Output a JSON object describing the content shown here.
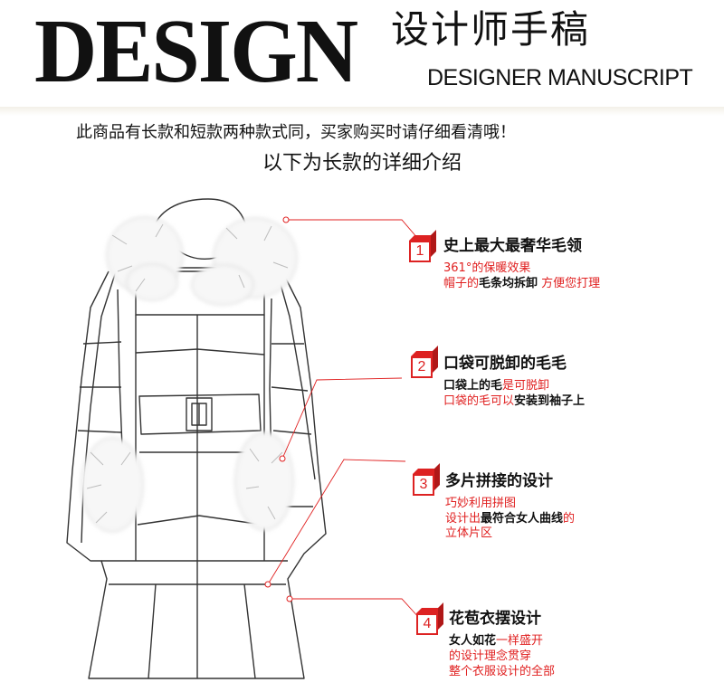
{
  "header": {
    "word": "DESIGN",
    "title_cn": "设计师手稿",
    "title_en": "DESIGNER MANUSCRIPT"
  },
  "notice": "此商品有长款和短款两种款式同，买家购买时请仔细看清哦！",
  "subtitle": "以下为长款的详细介绍",
  "accent_color": "#e02020",
  "features": [
    {
      "number": "1",
      "title": "史上最大最奢华毛领",
      "line1": "361°的保暖效果",
      "line2_a": "帽子的",
      "line2_b": "毛条均拆卸",
      "line2_c": " 方便您打理"
    },
    {
      "number": "2",
      "title": "口袋可脱卸的毛毛",
      "line1_a": "口袋上的毛",
      "line1_b": "是可脱卸",
      "line2_a": "口袋的毛可以",
      "line2_b": "安装到袖子上"
    },
    {
      "number": "3",
      "title": "多片拼接的设计",
      "line1": "巧妙利用拼图",
      "line2_a": "设计出",
      "line2_b": "最符合女人曲线",
      "line2_c": "的",
      "line3": "立体片区"
    },
    {
      "number": "4",
      "title": "花苞衣摆设计",
      "line1_a": "女人如花",
      "line1_b": "一样盛开",
      "line2": "的设计理念贯穿",
      "line3": "整个衣服设计的全部"
    }
  ]
}
